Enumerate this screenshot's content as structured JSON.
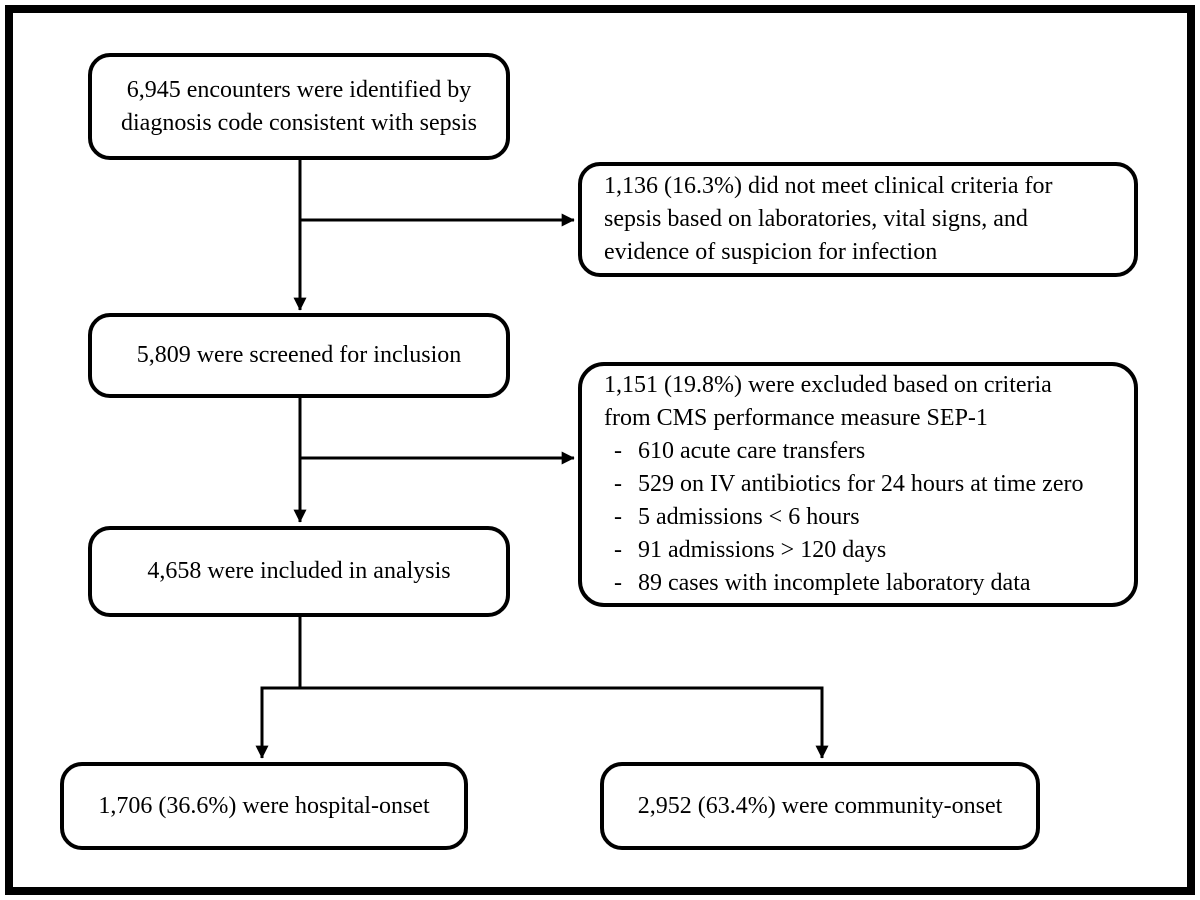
{
  "diagram": {
    "title_hint": "sepsis-encounter-flowchart",
    "colors": {
      "line": "#000000",
      "text": "#000000",
      "box_fill": "#ffffff",
      "background": "#ffffff"
    },
    "boxes": {
      "identified": {
        "lines": [
          "6,945 encounters were identified by",
          "diagnosis code consistent with sepsis"
        ]
      },
      "not_meeting_criteria": {
        "lines": [
          "1,136 (16.3%) did not meet clinical criteria for",
          "sepsis based on laboratories, vital signs, and",
          "evidence of suspicion for infection"
        ]
      },
      "screened": {
        "lines": [
          "5,809 were screened for inclusion"
        ]
      },
      "excluded": {
        "intro_lines": [
          "1,151 (19.8%) were excluded based on criteria",
          "from CMS performance measure SEP-1"
        ],
        "marker": "-",
        "items": [
          "610 acute care transfers",
          "529 on IV antibiotics for 24 hours at time zero",
          "5 admissions < 6 hours",
          "91 admissions > 120 days",
          "89 cases with incomplete laboratory data"
        ]
      },
      "included": {
        "lines": [
          "4,658 were included in analysis"
        ]
      },
      "hospital_onset": {
        "lines": [
          "1,706 (36.6%) were hospital-onset"
        ]
      },
      "community_onset": {
        "lines": [
          "2,952 (63.4%) were community-onset"
        ]
      }
    }
  }
}
